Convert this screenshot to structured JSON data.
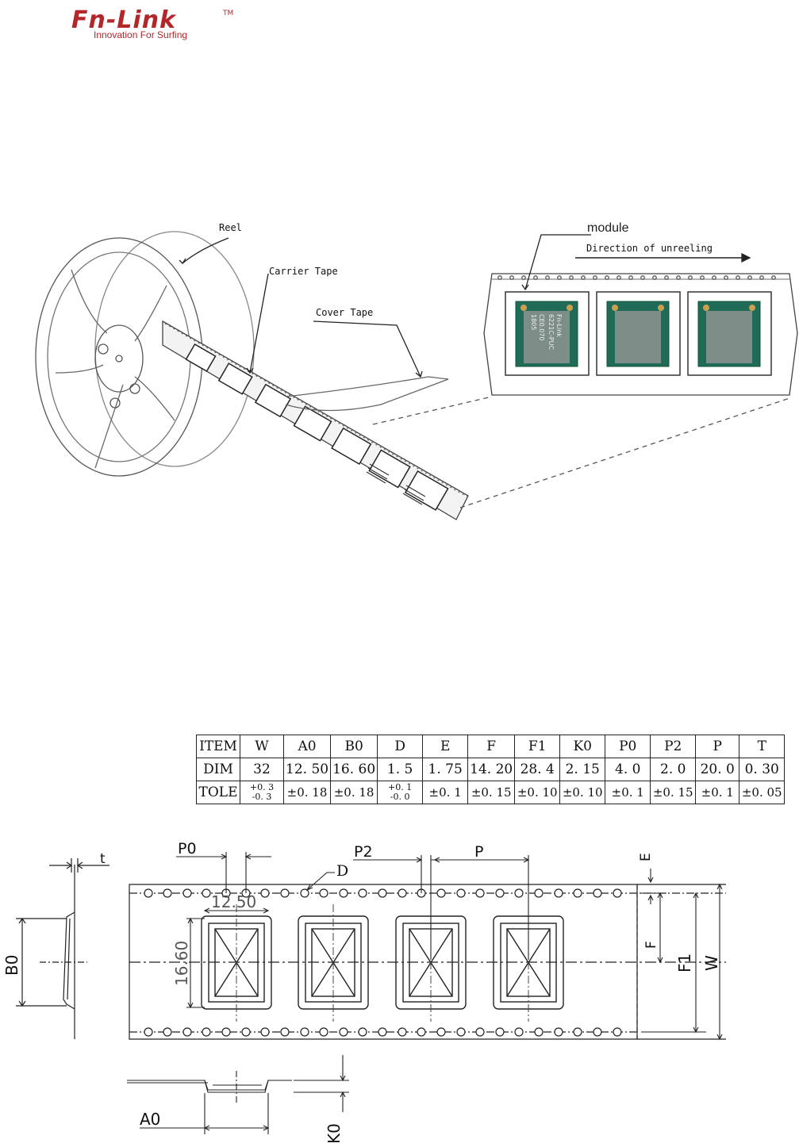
{
  "logo": {
    "brand": "Fn-Link",
    "trademark": "TM",
    "tagline": "Innovation For Surfing"
  },
  "illustration": {
    "labels": {
      "reel": "Reel",
      "carrier_tape": "Carrier Tape",
      "cover_tape": "Cover Tape",
      "module": "module",
      "direction": "Direction of unreeling"
    },
    "module_print": [
      "Fn-Link",
      "6221C-PUC",
      "CE0.070",
      "1805"
    ]
  },
  "table": {
    "header": [
      "ITEM",
      "W",
      "A0",
      "B0",
      "D",
      "E",
      "F",
      "F1",
      "K0",
      "P0",
      "P2",
      "P",
      "T"
    ],
    "dim": [
      "DIM",
      "32",
      "12. 50",
      "16. 60",
      "1. 5",
      "1. 75",
      "14. 20",
      "28. 4",
      "2. 15",
      "4. 0",
      "2. 0",
      "20. 0",
      "0. 30"
    ],
    "tole": {
      "label": "TOLE",
      "w": [
        "+0. 3",
        "-0. 3"
      ],
      "a0": "±0. 18",
      "b0": "±0. 18",
      "d": [
        "+0. 1",
        "-0. 0"
      ],
      "e": "±0. 1",
      "f": "±0. 15",
      "f1": "±0. 10",
      "k0": "±0. 10",
      "p0": "±0. 1",
      "p2": "±0. 15",
      "p": "±0. 1",
      "t": "±0. 05"
    }
  },
  "drawing": {
    "labels": {
      "t": "t",
      "p0": "P0",
      "p2": "P2",
      "p": "P",
      "e": "E",
      "d": "D",
      "a0_value": "12.50",
      "b0_value": "16.60",
      "b0": "B0",
      "f": "F",
      "f1": "F1",
      "w": "W",
      "a0": "A0",
      "k0": "K0"
    }
  }
}
